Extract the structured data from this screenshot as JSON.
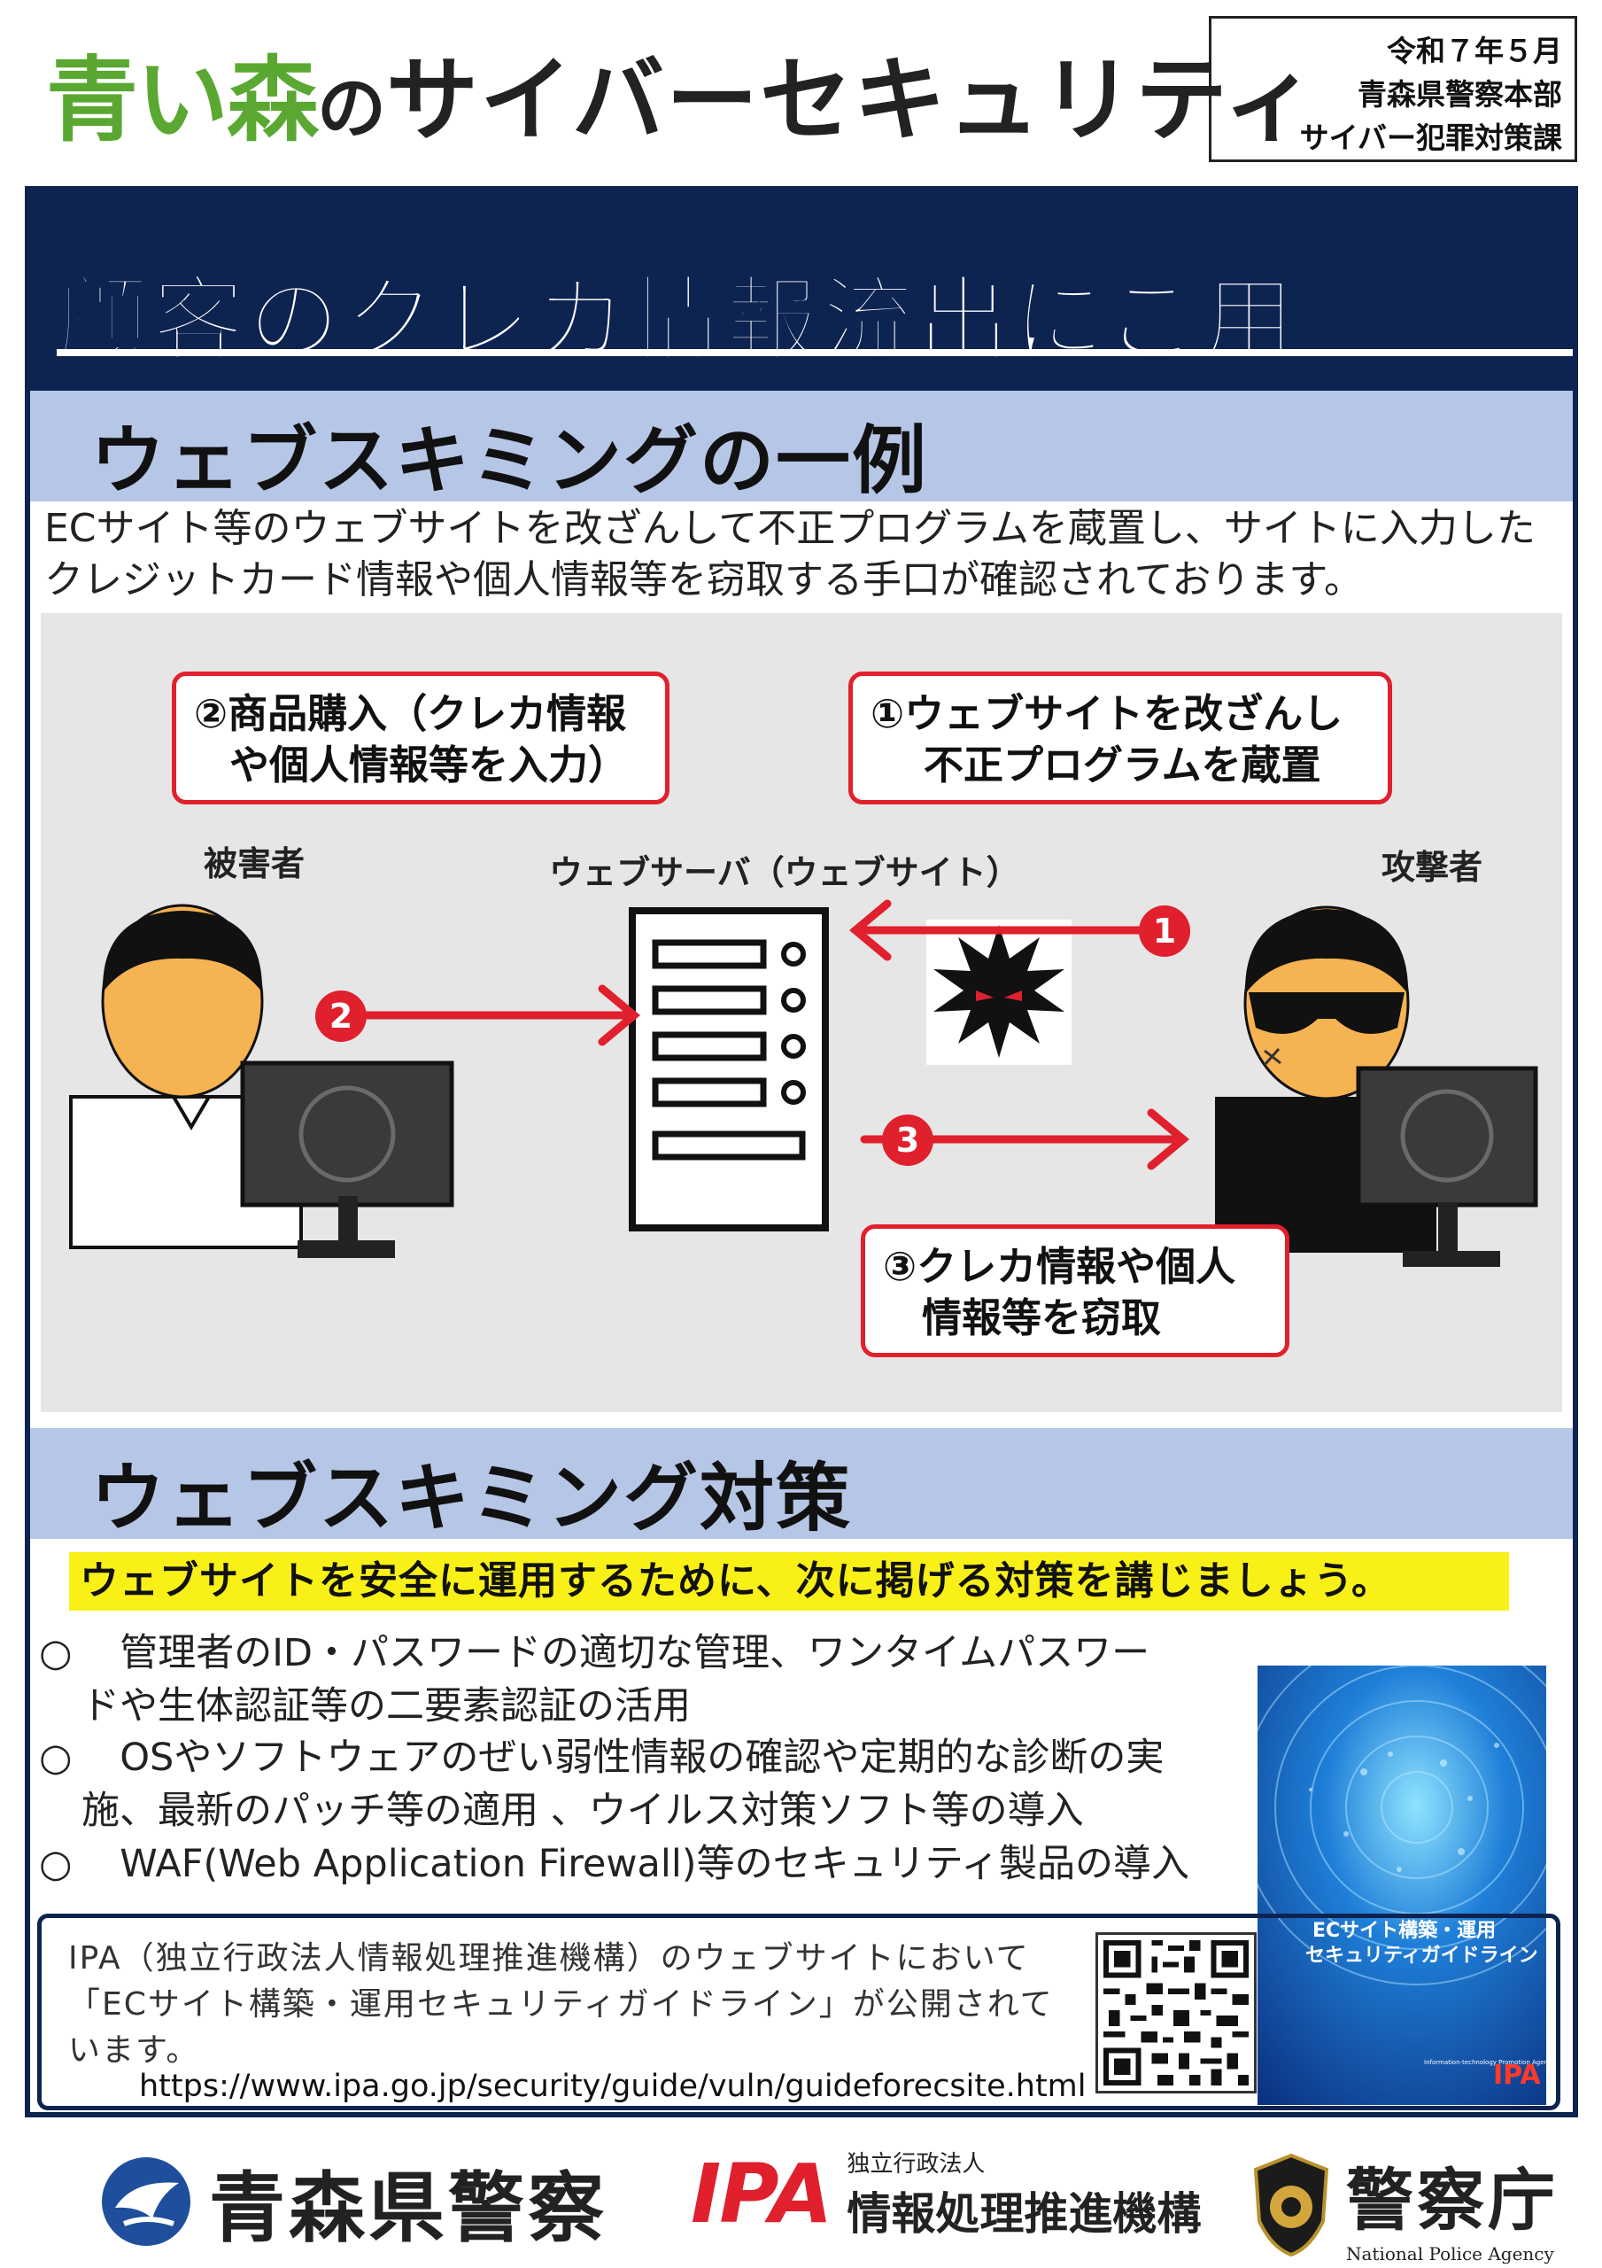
{
  "header": {
    "brand": {
      "part1": "青い森",
      "part2": "の",
      "part3": "サイバーセキュリティ"
    },
    "issuer": {
      "date": "令和７年５月",
      "department": "青森県警察本部",
      "division": "サイバー犯罪対策課"
    }
  },
  "banner": {
    "title": "顧客のクレカ情報流出にご用心！！"
  },
  "section_example": {
    "heading": "ウェブスキミングの一例",
    "intro": "ECサイト等のウェブサイトを改ざんして不正プログラムを蔵置し、サイトに入力したクレジットカード情報や個人情報等を窃取する手口が確認されております。"
  },
  "diagram": {
    "callout_purchase": {
      "line1": "②商品購入（クレカ情報",
      "line2": "や個人情報等を入力）"
    },
    "callout_tamper": {
      "line1": "①ウェブサイトを改ざんし",
      "line2": "不正プログラムを蔵置"
    },
    "callout_steal": {
      "line1": "③クレカ情報や個人",
      "line2": "情報等を窃取"
    },
    "victim_label": "被害者",
    "server_label": "ウェブサーバ（ウェブサイト）",
    "attacker_label": "攻撃者",
    "step1": "1",
    "step2": "2",
    "step3": "3"
  },
  "section_measures": {
    "heading": "ウェブスキミング対策",
    "lead": "ウェブサイトを安全に運用するために、次に掲げる対策を講じましょう。",
    "items": [
      {
        "bullet": "○",
        "line1": "管理者のID・パスワードの適切な管理、ワンタイムパスワー",
        "line2": "ドや生体認証等の二要素認証の活用"
      },
      {
        "bullet": "○",
        "line1": "OSやソフトウェアのぜい弱性情報の確認や定期的な診断の実",
        "line2": "施、最新のパッチ等の適用 、ウイルス対策ソフト等の導入"
      },
      {
        "bullet": "○",
        "line1": "WAF(Web Application Firewall)等のセキュリティ製品の導入",
        "line2": ""
      }
    ]
  },
  "guide_cover": {
    "title_line1": "ECサイト構築・運用",
    "title_line2": "セキュリティガイドライン",
    "publisher_small": "Information-technology Promotion Agency, Japan",
    "publisher_logo": "IPA"
  },
  "info_box": {
    "text": "IPA（独立行政法人情報処理推進機構）のウェブサイトにおいて「ECサイト構築・運用セキュリティガイドライン」が公開されています。",
    "url": "https://www.ipa.go.jp/security/guide/vuln/guideforecsite.html"
  },
  "footer": {
    "aomori_police": "青森県警察",
    "ipa_logo": "IPA",
    "ipa_type": "独立行政法人",
    "ipa_name": "情報処理推進機構",
    "npa_name": "警察庁",
    "npa_english": "National Police Agency"
  },
  "colors": {
    "navy": "#0d2350",
    "section_blue": "#b6c6e6",
    "brand_green": "#5aa832",
    "alert_red": "#e0202c",
    "highlight_yellow": "#f8f017"
  }
}
